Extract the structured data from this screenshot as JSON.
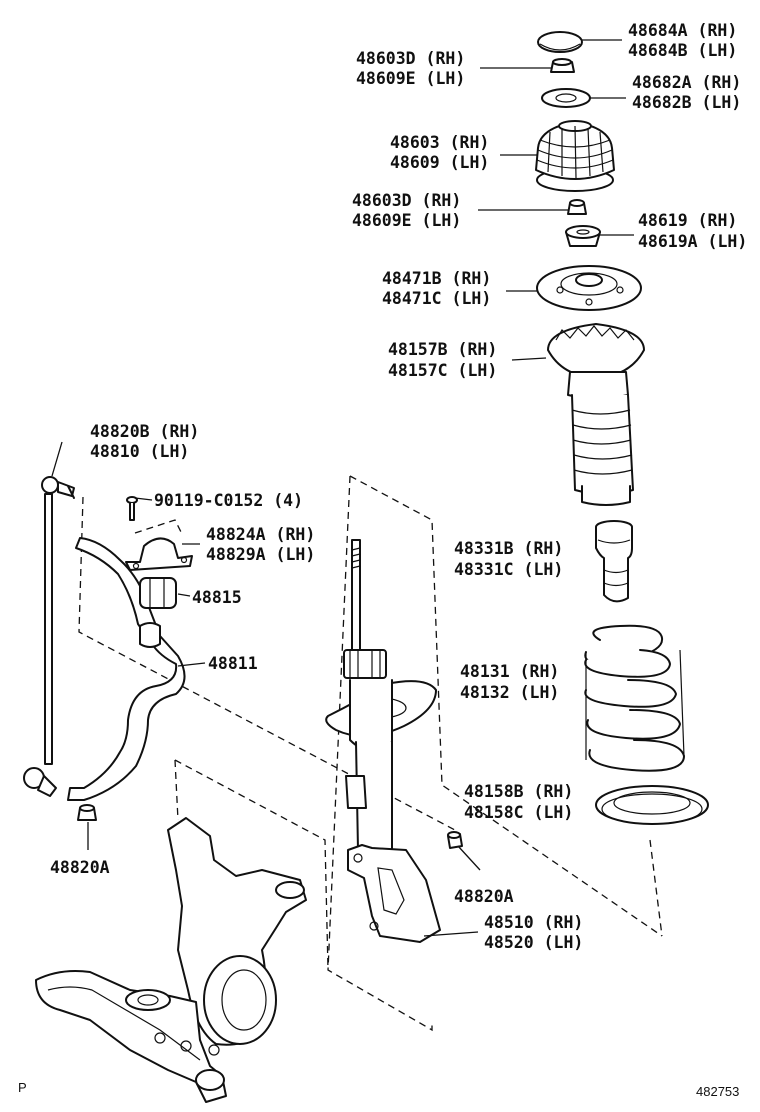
{
  "labels": {
    "mount_cap": [
      "48684A (RH)",
      "48684B (LH)"
    ],
    "upper_nut": [
      "48603D (RH)",
      "48609E (LH)"
    ],
    "bearing_plate": [
      "48682A (RH)",
      "48682B (LH)"
    ],
    "support_assy": [
      "48603 (RH)",
      "48609 (LH)"
    ],
    "support_nut": [
      "48603D (RH)",
      "48609E (LH)"
    ],
    "spacer": [
      "48619 (RH)",
      "48619A (LH)"
    ],
    "upper_seat": [
      "48471B (RH)",
      "48471C (LH)"
    ],
    "insulator_boot": [
      "48157B (RH)",
      "48157C (LH)"
    ],
    "bumper": [
      "48331B (RH)",
      "48331C (LH)"
    ],
    "coil_spring": [
      "48131 (RH)",
      "48132 (LH)"
    ],
    "lower_insulator": [
      "48158B (RH)",
      "48158C (LH)"
    ],
    "link_assy": [
      "48820B (RH)",
      "48810 (LH)"
    ],
    "bolt": "90119-C0152 (4)",
    "bracket": [
      "48824A (RH)",
      "48829A (LH)"
    ],
    "bushing": "48815",
    "stabilizer_bar": "48811",
    "link_nut_left": "48820A",
    "link_nut_right": "48820A",
    "strut_assy": [
      "48510 (RH)",
      "48520 (LH)"
    ]
  },
  "corner_marker": "P",
  "figure_id": "482753"
}
